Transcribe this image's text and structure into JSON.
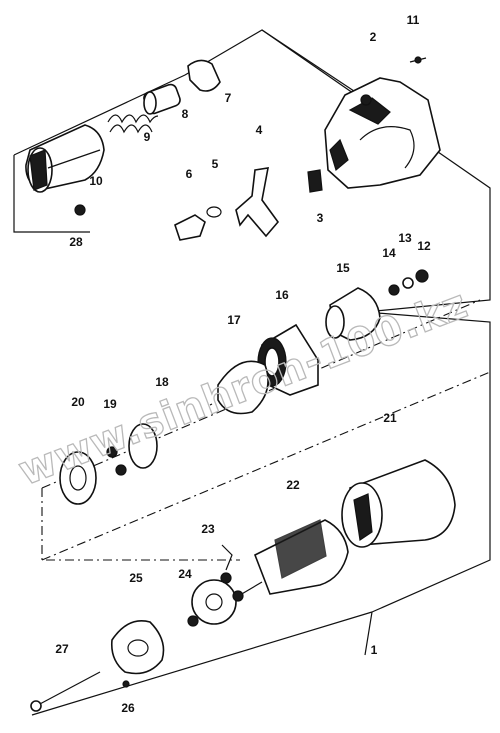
{
  "watermark": "www.sinhron-100.kz",
  "callouts": [
    "1",
    "2",
    "3",
    "4",
    "5",
    "6",
    "7",
    "8",
    "9",
    "10",
    "11",
    "12",
    "13",
    "14",
    "15",
    "16",
    "17",
    "18",
    "19",
    "20",
    "21",
    "22",
    "23",
    "24",
    "25",
    "26",
    "27",
    "28"
  ],
  "callouts_secondary": [
    "26"
  ]
}
